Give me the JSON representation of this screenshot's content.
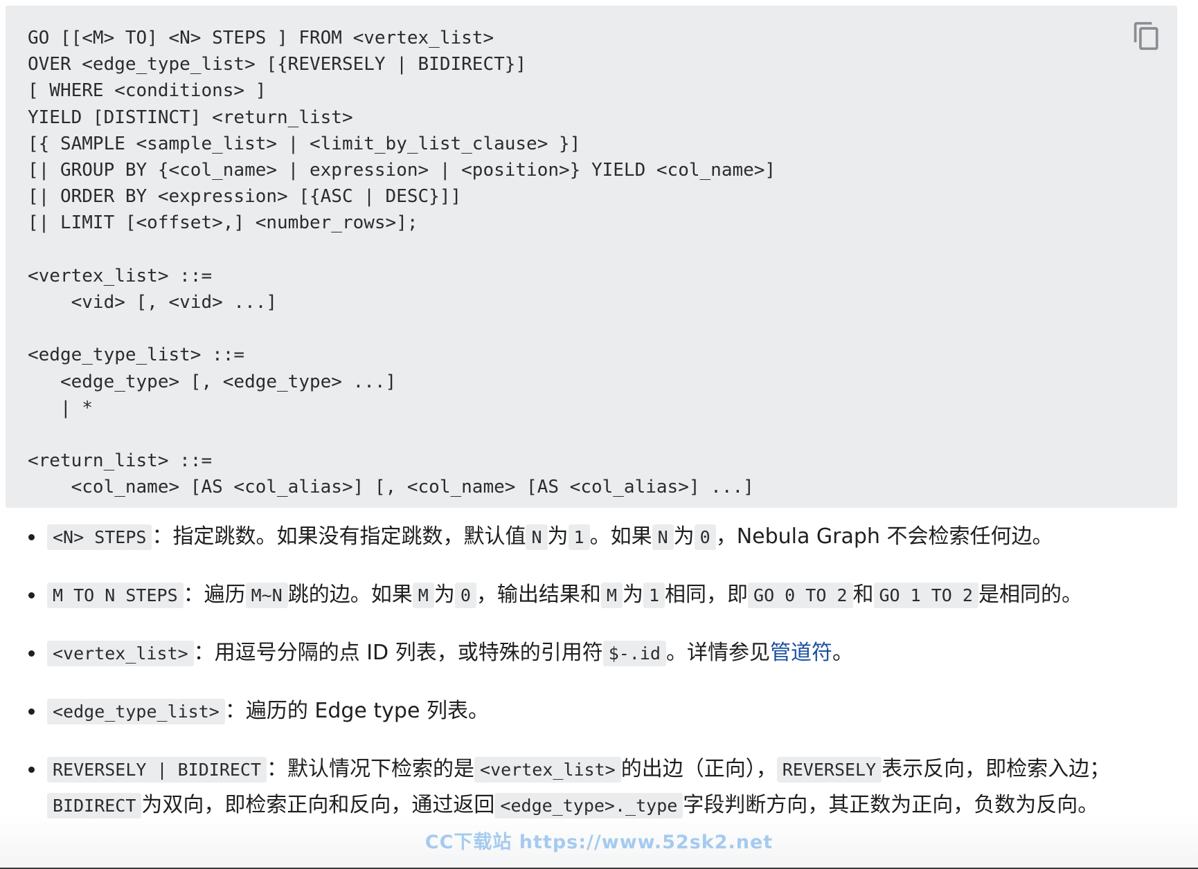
{
  "code": {
    "lines": [
      "GO [[<M> TO] <N> STEPS ] FROM <vertex_list>",
      "OVER <edge_type_list> [{REVERSELY | BIDIRECT}]",
      "[ WHERE <conditions> ]",
      "YIELD [DISTINCT] <return_list>",
      "[{ SAMPLE <sample_list> | <limit_by_list_clause> }]",
      "[| GROUP BY {<col_name> | expression> | <position>} YIELD <col_name>]",
      "[| ORDER BY <expression> [{ASC | DESC}]]",
      "[| LIMIT [<offset>,] <number_rows>];",
      "",
      "<vertex_list> ::=",
      "    <vid> [, <vid> ...]",
      "",
      "<edge_type_list> ::=",
      "   <edge_type> [, <edge_type> ...]",
      "   | *",
      "",
      "<return_list> ::=",
      "    <col_name> [AS <col_alias>] [, <col_name> [AS <col_alias>] ...]"
    ],
    "copy_icon": "copy-icon"
  },
  "params": [
    {
      "code": "<N> STEPS",
      "t1": "：指定跳数。如果没有指定跳数，默认值",
      "c1": "N",
      "t2": "为",
      "c2": "1",
      "t3": "。如果",
      "c3": "N",
      "t4": "为",
      "c4": "0",
      "t5": "，Nebula Graph 不会检索任何边。"
    },
    {
      "code": "M TO N STEPS",
      "t1": "：遍历",
      "c1": "M~N",
      "t2": "跳的边。如果",
      "c2": "M",
      "t3": "为",
      "c3": "0",
      "t4": "，输出结果和",
      "c4": "M",
      "t5": "为",
      "c5": "1",
      "t6": "相同，即",
      "c6": "GO 0 TO 2",
      "t7": "和",
      "c7": "GO 1 TO 2",
      "t8": "是相同的。"
    },
    {
      "code": "<vertex_list>",
      "t1": "：用逗号分隔的点 ID 列表，或特殊的引用符",
      "c1": "$-.id",
      "t2": "。详情参见",
      "link": "管道符",
      "t3": "。"
    },
    {
      "code": "<edge_type_list>",
      "t1": "：遍历的 Edge type 列表。"
    },
    {
      "code": "REVERSELY | BIDIRECT",
      "t1": "：默认情况下检索的是",
      "c1": "<vertex_list>",
      "t2": "的出边（正向），",
      "c2": "REVERSELY",
      "t3": "表示反向，即检索入边；",
      "c3": "BIDIRECT",
      "t4": "为双向，即检索正向和反向，通过返回",
      "c4": "<edge_type>._type",
      "t5": "字段判断方向，其正数为正向，负数为反向。"
    }
  ],
  "watermark": "CC下载站  https://www.52sk2.net"
}
